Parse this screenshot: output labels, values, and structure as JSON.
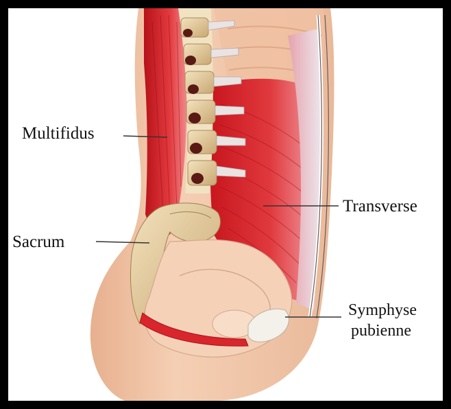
{
  "labels": {
    "multifidus": "Multifidus",
    "transverse": "Transverse",
    "sacrum": "Sacrum",
    "symphyse_line1": "Symphyse",
    "symphyse_line2": "pubienne"
  },
  "colors": {
    "skin": "#f2c7a8",
    "skin_shadow": "#dda585",
    "muscle": "#d8262c",
    "muscle_light": "#ee7a7c",
    "bone": "#e9d3a6",
    "bone_shadow": "#b99a6a",
    "fascia": "#e9d4dc",
    "disc": "#f1efe8",
    "pelvis": "#f5cfb6",
    "leader_line": "#333333",
    "frame": "#000000"
  }
}
